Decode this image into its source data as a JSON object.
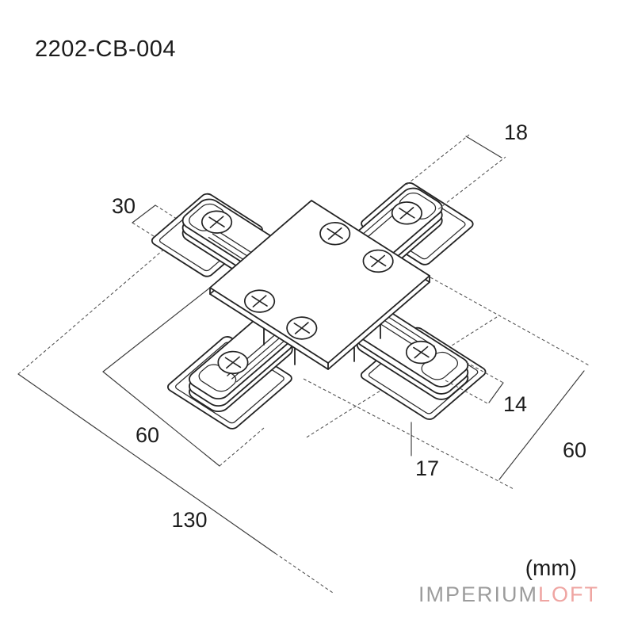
{
  "product_code": "2202-CB-004",
  "units_label": "(mm)",
  "brand": {
    "part_gray": "IMPERIUM",
    "part_pink": "LOFT",
    "gray_hex": "#9c9c9c",
    "pink_hex": "#efa5a2"
  },
  "dimensions": {
    "arm_width": "18",
    "arm_length": "30",
    "end_height": "14",
    "base_width": "60",
    "center_offset": "17",
    "base_length": "60",
    "overall_length": "130"
  },
  "drawing": {
    "subject": "X-shaped track connector with square cover plate, four track arms and base plates, isometric view",
    "screw_count": 8,
    "line_hex": "#232323",
    "dim_line_hex": "#3a3a3a",
    "background_hex": "#ffffff"
  }
}
